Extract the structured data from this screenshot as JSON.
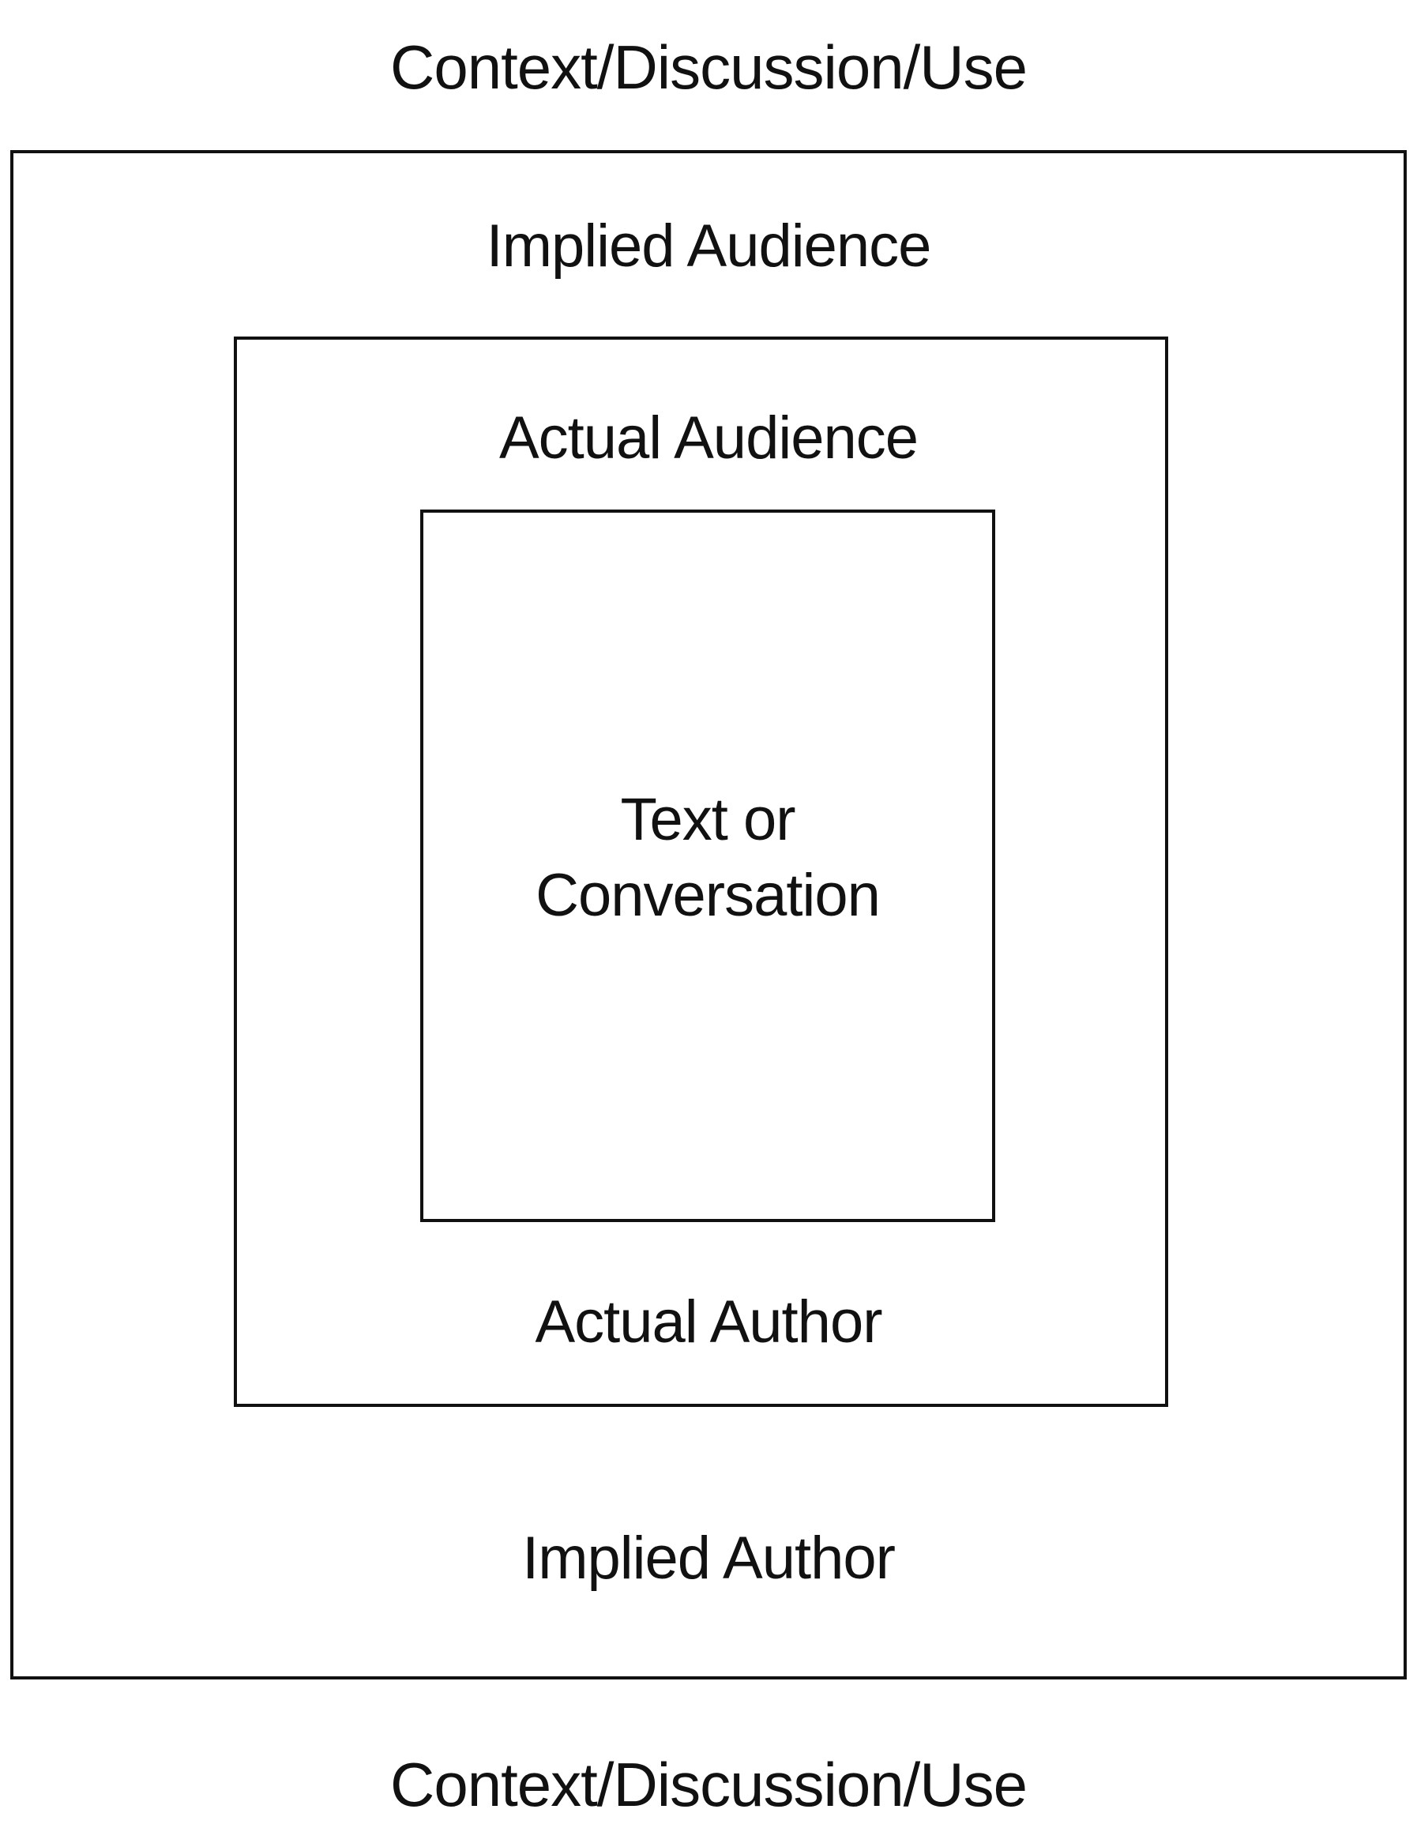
{
  "diagram": {
    "context_top": "Context/Discussion/Use",
    "implied_audience": "Implied Audience",
    "actual_audience": "Actual Audience",
    "center_line1": "Text or",
    "center_line2": "Conversation",
    "actual_author": "Actual Author",
    "implied_author": "Implied Author",
    "context_bottom": "Context/Discussion/Use"
  },
  "colors": {
    "stroke": "#111111",
    "background": "#ffffff"
  }
}
